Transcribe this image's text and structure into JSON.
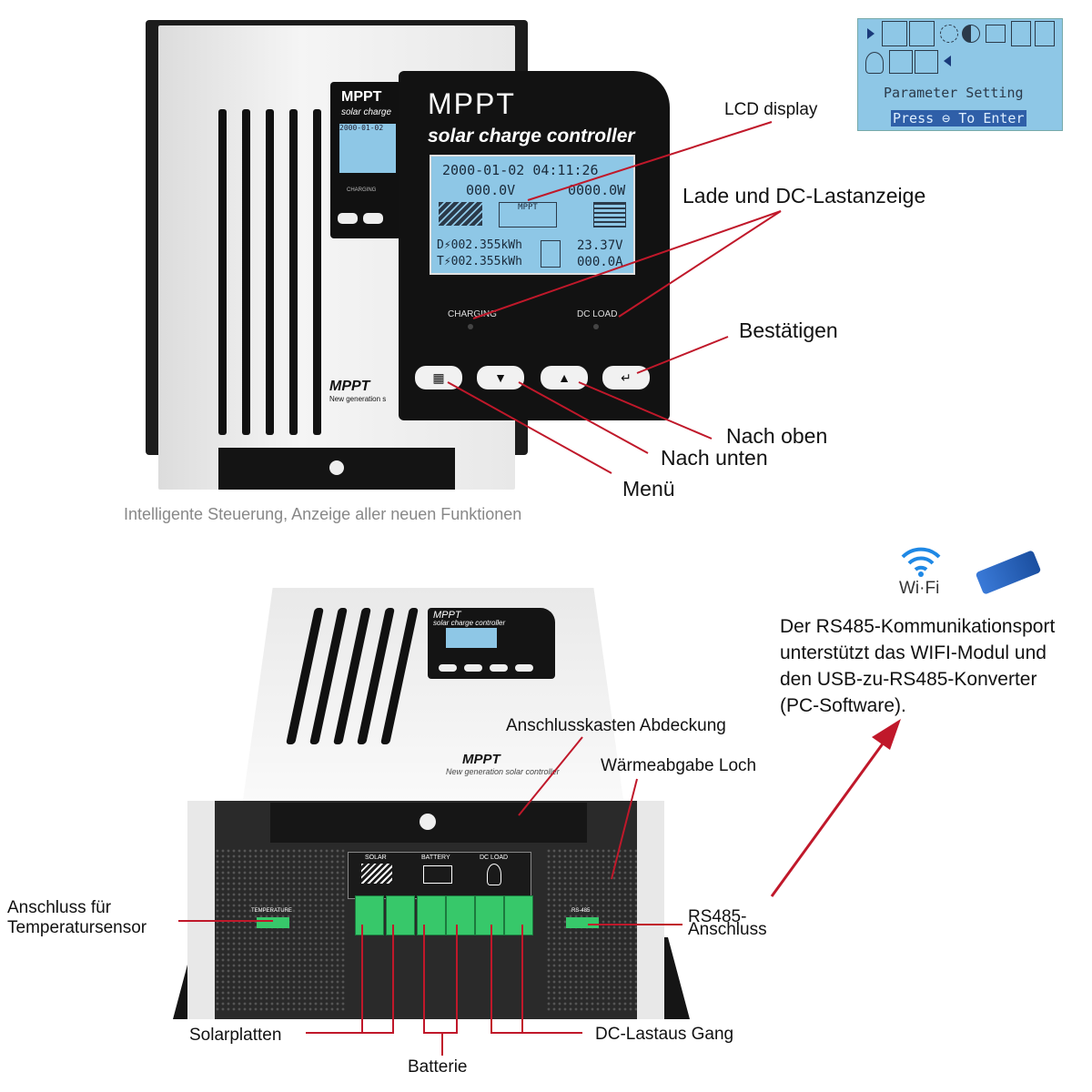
{
  "top_product": {
    "front_panel": {
      "brand": "MPPT",
      "subtitle": "solar charge controller",
      "lcd": {
        "datetime": "2000-01-02  04:11:26",
        "voltage_left": "000.0V",
        "power_right": "0000.0W",
        "mppt_label": "MPPT",
        "energy_1": "D⚡002.355kWh",
        "energy_2": "T⚡002.355kWh",
        "battery_voltage": "23.37V",
        "current": "000.0A"
      },
      "indicator_charging": "CHARGING",
      "indicator_dc_load": "DC LOAD",
      "buttons": [
        "▦",
        "▼",
        "▲",
        "↵"
      ]
    },
    "back_body": {
      "brand": "MPPT",
      "subtitle": "solar charge",
      "tagline": "New generation s",
      "small_display": "2000-01-02",
      "indicator": "CHARGING"
    },
    "menu_screen": {
      "title": "Parameter Setting",
      "prompt": "Press ⊖ To Enter"
    },
    "annotations": {
      "lcd": "LCD display",
      "leds": "Lade und DC-Lastanzeige",
      "confirm": "Bestätigen",
      "up": "Nach oben",
      "down": "Nach unten",
      "menu": "Menü"
    },
    "caption": "Intelligente Steuerung, Anzeige aller neuen Funktionen"
  },
  "bottom_product": {
    "brand": "MPPT",
    "subtitle": "solar charge controller",
    "tagline": "New generation solar controller",
    "top_brand": "MPPT",
    "terminal_groups": [
      "SOLAR",
      "BATTERY",
      "DC LOAD"
    ],
    "port_temperature": "TEMPERATURE",
    "port_rs485": "RS-485",
    "annotations": {
      "cover": "Anschlusskasten Abdeckung",
      "heat": "Wärmeabgabe Loch",
      "temp_sensor_line1": "Anschluss für",
      "temp_sensor_line2": "Temperatursensor",
      "rs485_line1": "RS485-",
      "rs485_line2": "Anschluss",
      "solar": "Solarplatten",
      "battery": "Batterie",
      "dc_load": "DC-Lastaus Gang"
    }
  },
  "comms": {
    "wifi_label": "Wi·Fi",
    "text_lines": [
      "Der RS485-Kommunikationsport",
      "unterstützt das WIFI-Modul und",
      "den USB-zu-RS485-Konverter",
      "(PC-Software)."
    ]
  },
  "colors": {
    "annotation_line": "#c0182a",
    "lcd_blue": "#8ec7e6",
    "terminal_green": "#37c86a",
    "caption_gray": "#888888"
  }
}
